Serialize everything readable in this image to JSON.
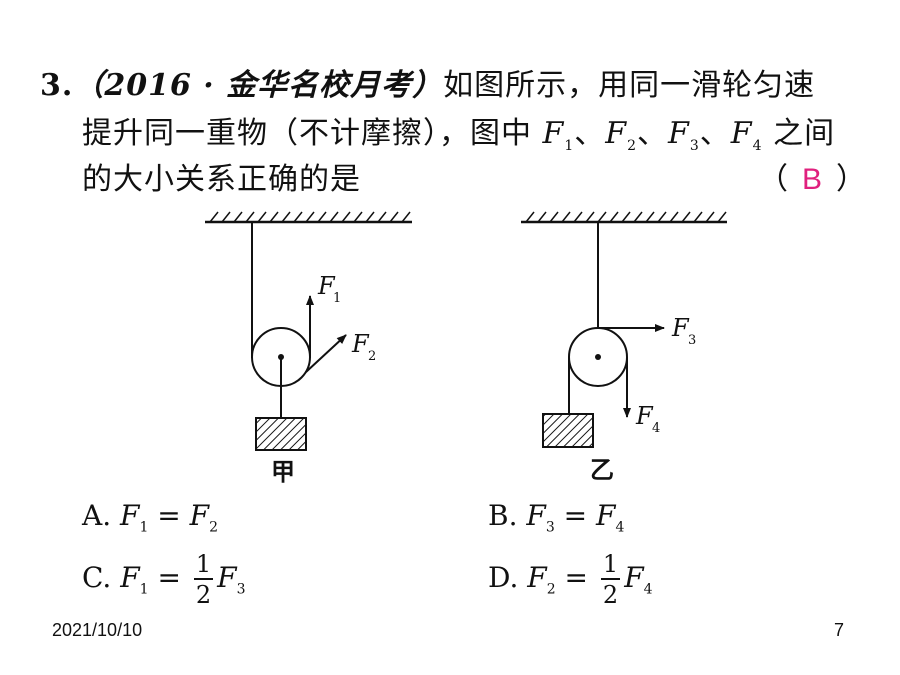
{
  "question": {
    "number": "3.",
    "source": "（2016 · 金华名校月考）",
    "line1_text": "如图所示，用同一滑轮匀速",
    "line2_a": "提升同一重物（不计摩擦），图中 ",
    "line2_f1": "F",
    "line2_f1_sub": "1",
    "sep": "、",
    "line2_f2": "F",
    "line2_f2_sub": "2",
    "line2_f3": "F",
    "line2_f3_sub": "3",
    "line2_f4": "F",
    "line2_f4_sub": "4",
    "line2_end": " 之间",
    "line3_text": "的大小关系正确的是",
    "bracket_open": "（",
    "answer": "B",
    "bracket_close": "）"
  },
  "diagram": {
    "left_caption": "甲",
    "right_caption": "乙",
    "labels": {
      "f1": "F",
      "f1_sub": "1",
      "f2": "F",
      "f2_sub": "2",
      "f3": "F",
      "f3_sub": "3",
      "f4": "F",
      "f4_sub": "4"
    }
  },
  "options": {
    "a": {
      "letter": "A.",
      "lhs": "F",
      "lhs_sub": "1",
      "eq": "=",
      "rhs": "F",
      "rhs_sub": "2"
    },
    "b": {
      "letter": "B.",
      "lhs": "F",
      "lhs_sub": "3",
      "eq": "=",
      "rhs": "F",
      "rhs_sub": "4"
    },
    "c": {
      "letter": "C.",
      "lhs": "F",
      "lhs_sub": "1",
      "eq": "=",
      "frac_num": "1",
      "frac_den": "2",
      "rhs": "F",
      "rhs_sub": "3"
    },
    "d": {
      "letter": "D.",
      "lhs": "F",
      "lhs_sub": "2",
      "eq": "=",
      "frac_num": "1",
      "frac_den": "2",
      "rhs": "F",
      "rhs_sub": "4"
    }
  },
  "footer": {
    "date": "2021/10/10",
    "page": "7"
  }
}
